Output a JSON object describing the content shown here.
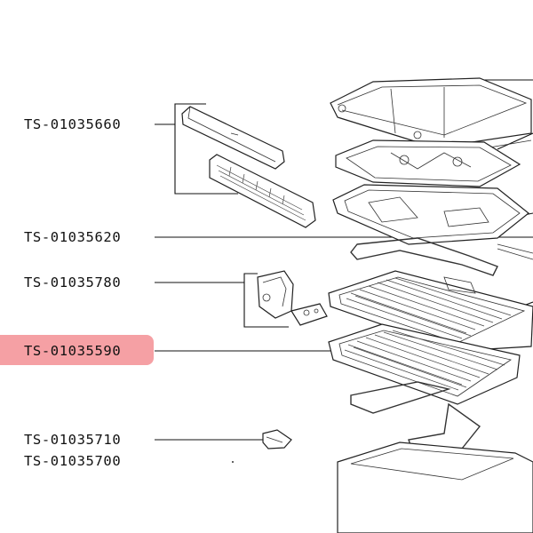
{
  "diagram": {
    "highlight_color": "#f5a0a4",
    "line_color": "#111111",
    "parts": [
      {
        "id": "p1",
        "code": "TS-01035660"
      },
      {
        "id": "p2",
        "code": "TS-01035620"
      },
      {
        "id": "p3",
        "code": "TS-01035780"
      },
      {
        "id": "p4",
        "code": "TS-01035590",
        "highlighted": true
      },
      {
        "id": "p5",
        "code": "TS-01035710"
      },
      {
        "id": "p6",
        "code": "TS-01035700"
      }
    ]
  }
}
